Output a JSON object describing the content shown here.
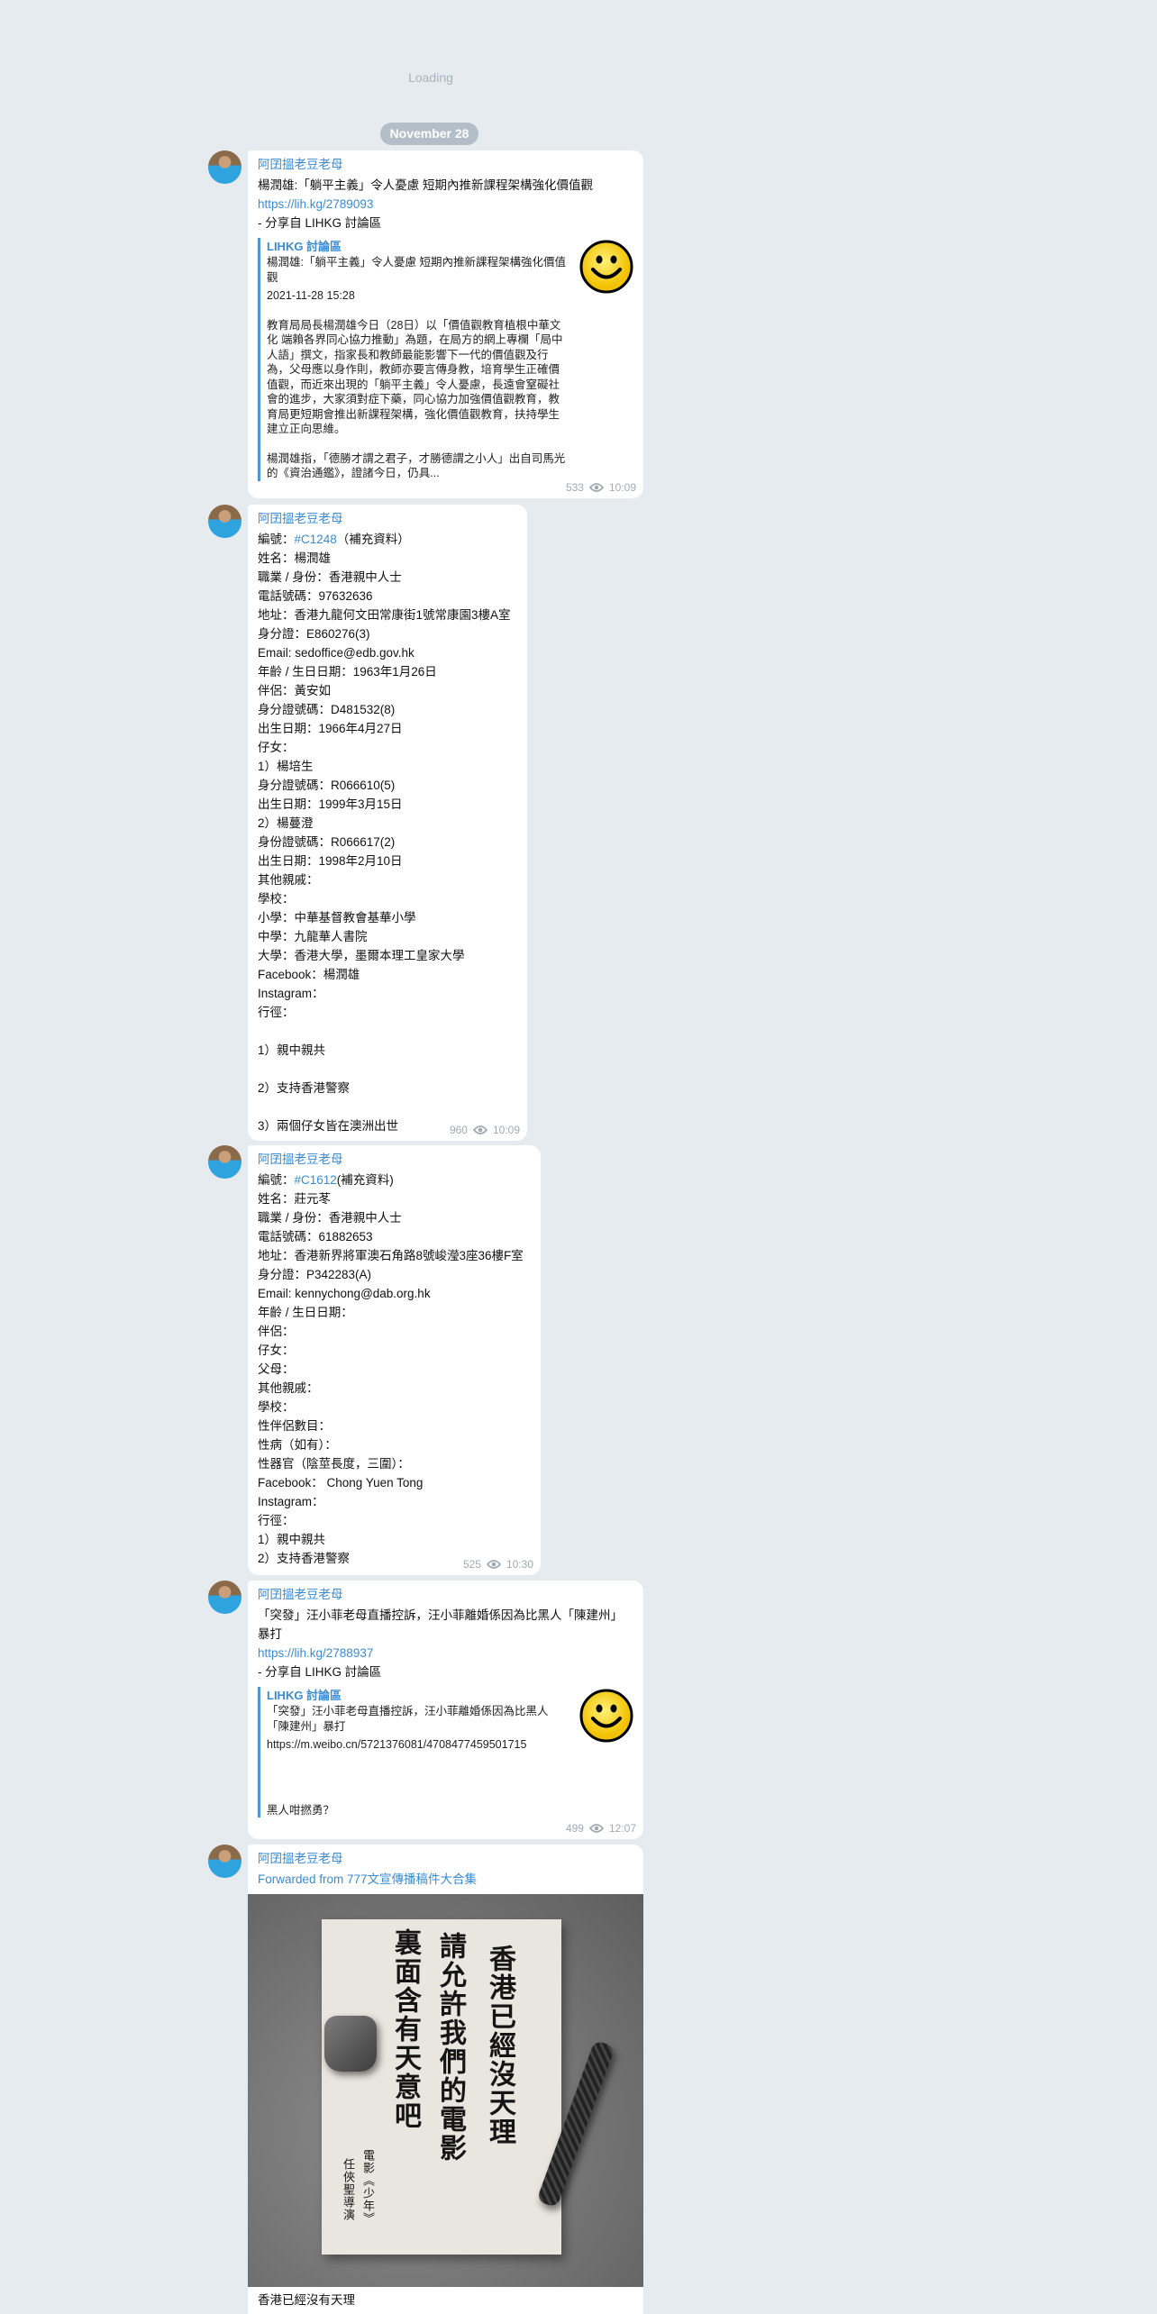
{
  "loading_text": "Loading",
  "date_separator": "November 28",
  "colors": {
    "accent": "#3a8bd0",
    "background": "#e6ebf0",
    "date_pill": "#b3bec8"
  },
  "messages": [
    {
      "sender": "阿囝搵老豆老母",
      "lines": [
        "楊潤雄:「躺平主義」令人憂慮 短期內推新課程架構強化價值觀"
      ],
      "link": "https://lih.kg/2789093",
      "share_line": "- 分享自 LIHKG 討論區",
      "preview": {
        "site": "LIHKG 討論區",
        "title": "楊潤雄:「躺平主義」令人憂慮 短期內推新課程架構強化價值觀",
        "date": "2021-11-28 15:28",
        "para1": "教育局局長楊潤雄今日（28日）以「價值觀教育植根中華文化 端賴各界同心協力推動」為題，在局方的網上專欄「局中人語」撰文，指家長和教師最能影響下一代的價值觀及行為，父母應以身作則，教師亦要言傳身教，培育學生正確價值觀，而近來出現的「躺平主義」令人憂慮，長遠會窒礙社會的進步，大家須對症下藥，同心協力加強價值觀教育，教育局更短期會推出新課程架構，強化價值觀教育，扶持學生建立正向思維。",
        "para2": "楊潤雄指，「德勝才謂之君子，才勝德謂之小人」出自司馬光的《資治通鑑》，證諸今日，仍具..."
      },
      "views": "533",
      "time": "10:09"
    },
    {
      "sender": "阿囝搵老豆老母",
      "first_prefix": "編號：",
      "hashtag": "#C1248",
      "first_suffix": "（補充資料）",
      "lines": [
        "姓名：楊潤雄",
        "職業 / 身份：香港親中人士",
        "電話號碼：97632636",
        "地址：香港九龍何文田常康街1號常康園3樓A室",
        "身分證：E860276(3)",
        "Email: sedoffice@edb.gov.hk",
        "年齡 / 生日日期：1963年1月26日",
        "伴侶：黃安如",
        "身分證號碼：D481532(8)",
        "出生日期：1966年4月27日",
        "仔女：",
        "1）楊培生",
        "身分證號碼：R066610(5)",
        "出生日期：1999年3月15日",
        "2）楊蔓澄",
        "身份證號碼：R066617(2)",
        "出生日期：1998年2月10日",
        "其他親戚：",
        "學校：",
        "小學：中華基督教會基華小學",
        "中學：九龍華人書院",
        "大學：香港大學，墨爾本理工皇家大學",
        "Facebook：楊潤雄",
        "Instagram：",
        "行徑：",
        "",
        "1）親中親共",
        "",
        "2）支持香港警察",
        "",
        "3）兩個仔女皆在澳洲出世"
      ],
      "views": "960",
      "time": "10:09"
    },
    {
      "sender": "阿囝搵老豆老母",
      "first_prefix": "編號：",
      "hashtag": "#C1612",
      "first_suffix": "(補充資料)",
      "lines": [
        "姓名：莊元苳",
        "職業 / 身份：香港親中人士",
        "電話號碼：61882653",
        "地址：香港新界將軍澳石角路8號峻瀅3座36樓F室",
        "身分證：P342283(A)",
        "Email: kennychong@dab.org.hk",
        "年齡 / 生日日期：",
        "伴侶：",
        "仔女：",
        "父母：",
        "其他親戚：",
        "學校：",
        "性伴侶數目：",
        "性病（如有）：",
        "性器官（陰莖長度，三圍）：",
        "Facebook： Chong Yuen Tong",
        "Instagram：",
        "行徑：",
        "1）親中親共",
        "2）支持香港警察"
      ],
      "views": "525",
      "time": "10:30"
    },
    {
      "sender": "阿囝搵老豆老母",
      "lines": [
        "「突發」汪小菲老母直播控訴，汪小菲離婚係因為比黑人「陳建州」暴打"
      ],
      "link": "https://lih.kg/2788937",
      "share_line": "- 分享自 LIHKG 討論區",
      "preview": {
        "site": "LIHKG 討論區",
        "title": "「突發」汪小菲老母直播控訴，汪小菲離婚係因為比黑人「陳建州」暴打",
        "url": "https://m.weibo.cn/5721376081/4708477459501715",
        "para1": "黑人咁撚勇？"
      },
      "views": "499",
      "time": "12:07"
    },
    {
      "sender": "阿囝搵老豆老母",
      "forwarded_prefix": "Forwarded from ",
      "forwarded_source": "777文宣傳播稿件大合集",
      "image_text": {
        "col1": "香港已經沒天理",
        "col2": "請允許我們的電影",
        "col3": "裏面含有天意吧",
        "credit1": "電影《少年》",
        "credit2": "任俠聖導演"
      },
      "caption": "香港已經沒有天理"
    }
  ]
}
